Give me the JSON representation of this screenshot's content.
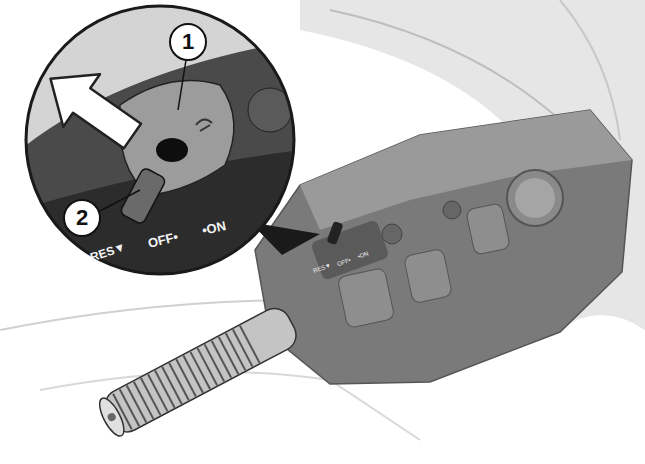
{
  "diagram": {
    "labels": [
      "1",
      "2",
      "RES▼",
      "OFF•",
      "•ON",
      "RES▼",
      "OFF•",
      "•ON"
    ]
  }
}
